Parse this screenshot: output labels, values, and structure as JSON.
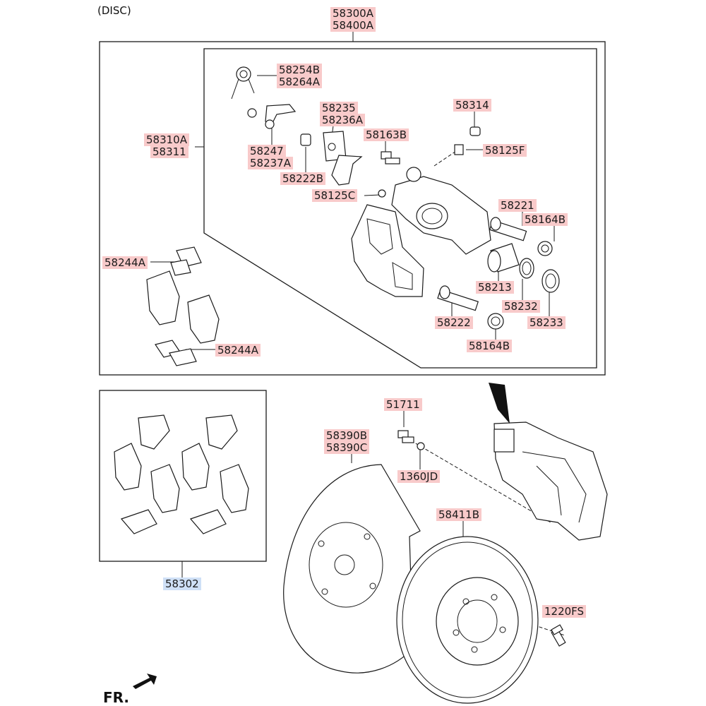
{
  "header": {
    "disc_label": "(DISC)"
  },
  "footer": {
    "front_label": "FR."
  },
  "accent_colors": {
    "part_label_bg": "#f8caca",
    "kit_label_bg": "#cfe0f6"
  },
  "part_numbers": {
    "caliper_assy_a": "58300A",
    "caliper_assy_b": "58400A",
    "spring_a": "58254B",
    "spring_b": "58264A",
    "bracket_a": "58310A",
    "bracket_b": "58311",
    "clip_a": "58247",
    "clip_b": "58237A",
    "nut": "58222B",
    "sensor_a": "58235",
    "sensor_b": "58236A",
    "cap": "58314",
    "bolt_guide": "58163B",
    "bleeder_screw": "58125F",
    "bleeder_cap": "58125C",
    "guide_pin_upper": "58221",
    "boot_upper": "58164B",
    "shim_upper": "58244A",
    "shim_lower": "58244A",
    "piston": "58213",
    "piston_seal": "58232",
    "piston_boot": "58233",
    "guide_pin_lower": "58222",
    "boot_lower": "58164B",
    "bolt": "51711",
    "dust_cover_a": "58390B",
    "dust_cover_b": "58390C",
    "washer": "1360JD",
    "disc": "58411B",
    "screw": "1220FS",
    "pad_kit": "58302"
  }
}
